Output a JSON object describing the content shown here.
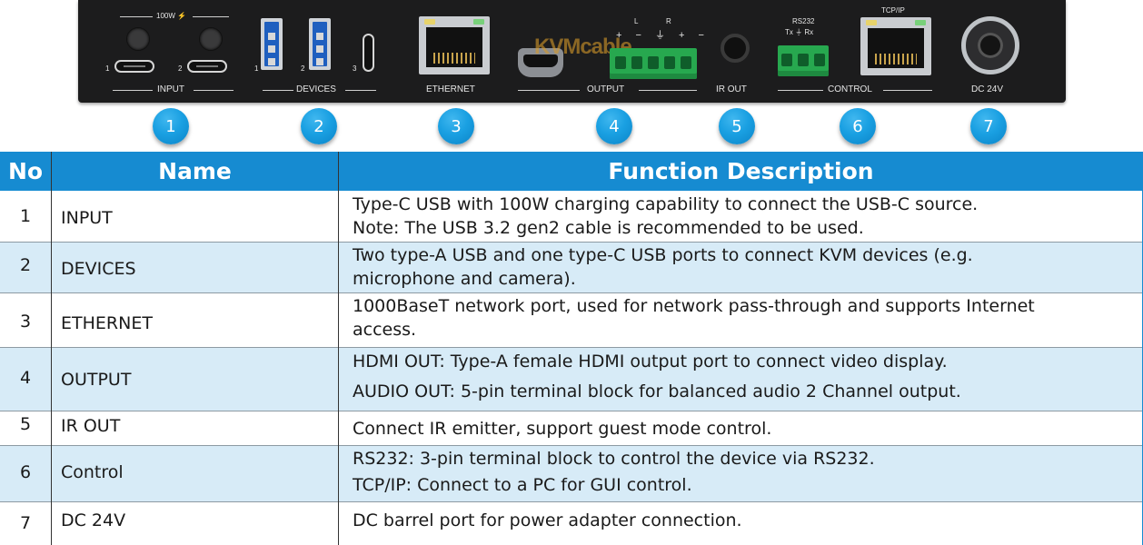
{
  "panel": {
    "power_label": "100W ⚡",
    "input_label": "INPUT",
    "input_ports": [
      "1",
      "2"
    ],
    "devices_label": "DEVICES",
    "devices_ports": [
      "1",
      "2",
      "3"
    ],
    "ethernet_label": "ETHERNET",
    "output_label": "OUTPUT",
    "audio_channel_labels": [
      "L",
      "R"
    ],
    "audio_pin_labels": "+ − ⏚ + −",
    "watermark": "KVMcable",
    "ir_out_label": "IR OUT",
    "rs232_label": "RS232",
    "rs232_pins": "Tx ⏚ Rx",
    "tcpip_label": "TCP/IP",
    "control_label": "CONTROL",
    "dc_label": "DC 24V"
  },
  "callouts": [
    "1",
    "2",
    "3",
    "4",
    "5",
    "6",
    "7"
  ],
  "table": {
    "headers": {
      "no": "No",
      "name": "Name",
      "description": "Function Description"
    },
    "rows": [
      {
        "no": "1",
        "name": "INPUT",
        "lines": [
          "Type-C USB with 100W charging capability to connect the USB-C source.",
          "Note: The USB 3.2 gen2 cable is recommended to be used."
        ]
      },
      {
        "no": "2",
        "name": "DEVICES",
        "lines": [
          "Two type-A USB and one type-C USB ports to connect KVM devices (e.g.",
          "microphone and camera)."
        ]
      },
      {
        "no": "3",
        "name": "ETHERNET",
        "lines": [
          "1000BaseT network port, used for network pass-through and supports Internet",
          "access."
        ]
      },
      {
        "no": "4",
        "name": "OUTPUT",
        "lines": [
          "HDMI OUT: Type-A female HDMI output port to connect video display.",
          "AUDIO OUT: 5-pin terminal block for balanced audio 2 Channel output."
        ]
      },
      {
        "no": "5",
        "name": "IR OUT",
        "lines": [
          "Connect IR emitter, support guest mode control."
        ]
      },
      {
        "no": "6",
        "name": "Control",
        "lines": [
          "RS232: 3-pin terminal block to control the device via RS232.",
          "TCP/IP: Connect to a PC for GUI control."
        ]
      },
      {
        "no": "7",
        "name": "DC 24V",
        "lines": [
          "DC barrel port for power adapter connection."
        ]
      }
    ]
  },
  "colors": {
    "header_blue": "#168bd1",
    "band_blue": "#d7ebf7",
    "callout_blue": "#1aa0e2",
    "terminal_green": "#27a84f"
  }
}
